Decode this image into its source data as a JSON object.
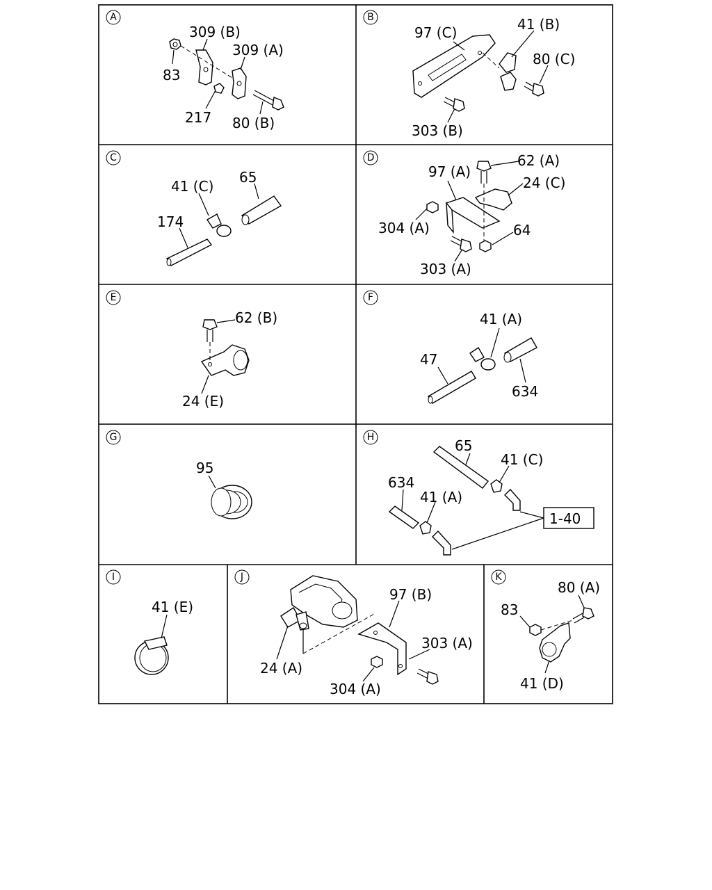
{
  "panels": {
    "A": {
      "letter": "A",
      "labels": [
        "309 (B)",
        "309 (A)",
        "83",
        "217",
        "80 (B)"
      ]
    },
    "B": {
      "letter": "B",
      "labels": [
        "97 (C)",
        "41 (B)",
        "80 (C)",
        "303 (B)"
      ]
    },
    "C": {
      "letter": "C",
      "labels": [
        "41 (C)",
        "65",
        "174"
      ]
    },
    "D": {
      "letter": "D",
      "labels": [
        "62 (A)",
        "97 (A)",
        "24 (C)",
        "304 (A)",
        "64",
        "303 (A)"
      ]
    },
    "E": {
      "letter": "E",
      "labels": [
        "62 (B)",
        "24 (E)"
      ]
    },
    "F": {
      "letter": "F",
      "labels": [
        "41 (A)",
        "47",
        "634"
      ]
    },
    "G": {
      "letter": "G",
      "labels": [
        "95"
      ]
    },
    "H": {
      "letter": "H",
      "labels": [
        "65",
        "41 (C)",
        "634",
        "41 (A)",
        "1-40"
      ]
    },
    "I": {
      "letter": "I",
      "labels": [
        "41 (E)"
      ]
    },
    "J": {
      "letter": "J",
      "labels": [
        "97 (B)",
        "303 (A)",
        "24 (A)",
        "304 (A)"
      ]
    },
    "K": {
      "letter": "K",
      "labels": [
        "80 (A)",
        "83",
        "41 (D)"
      ]
    }
  }
}
